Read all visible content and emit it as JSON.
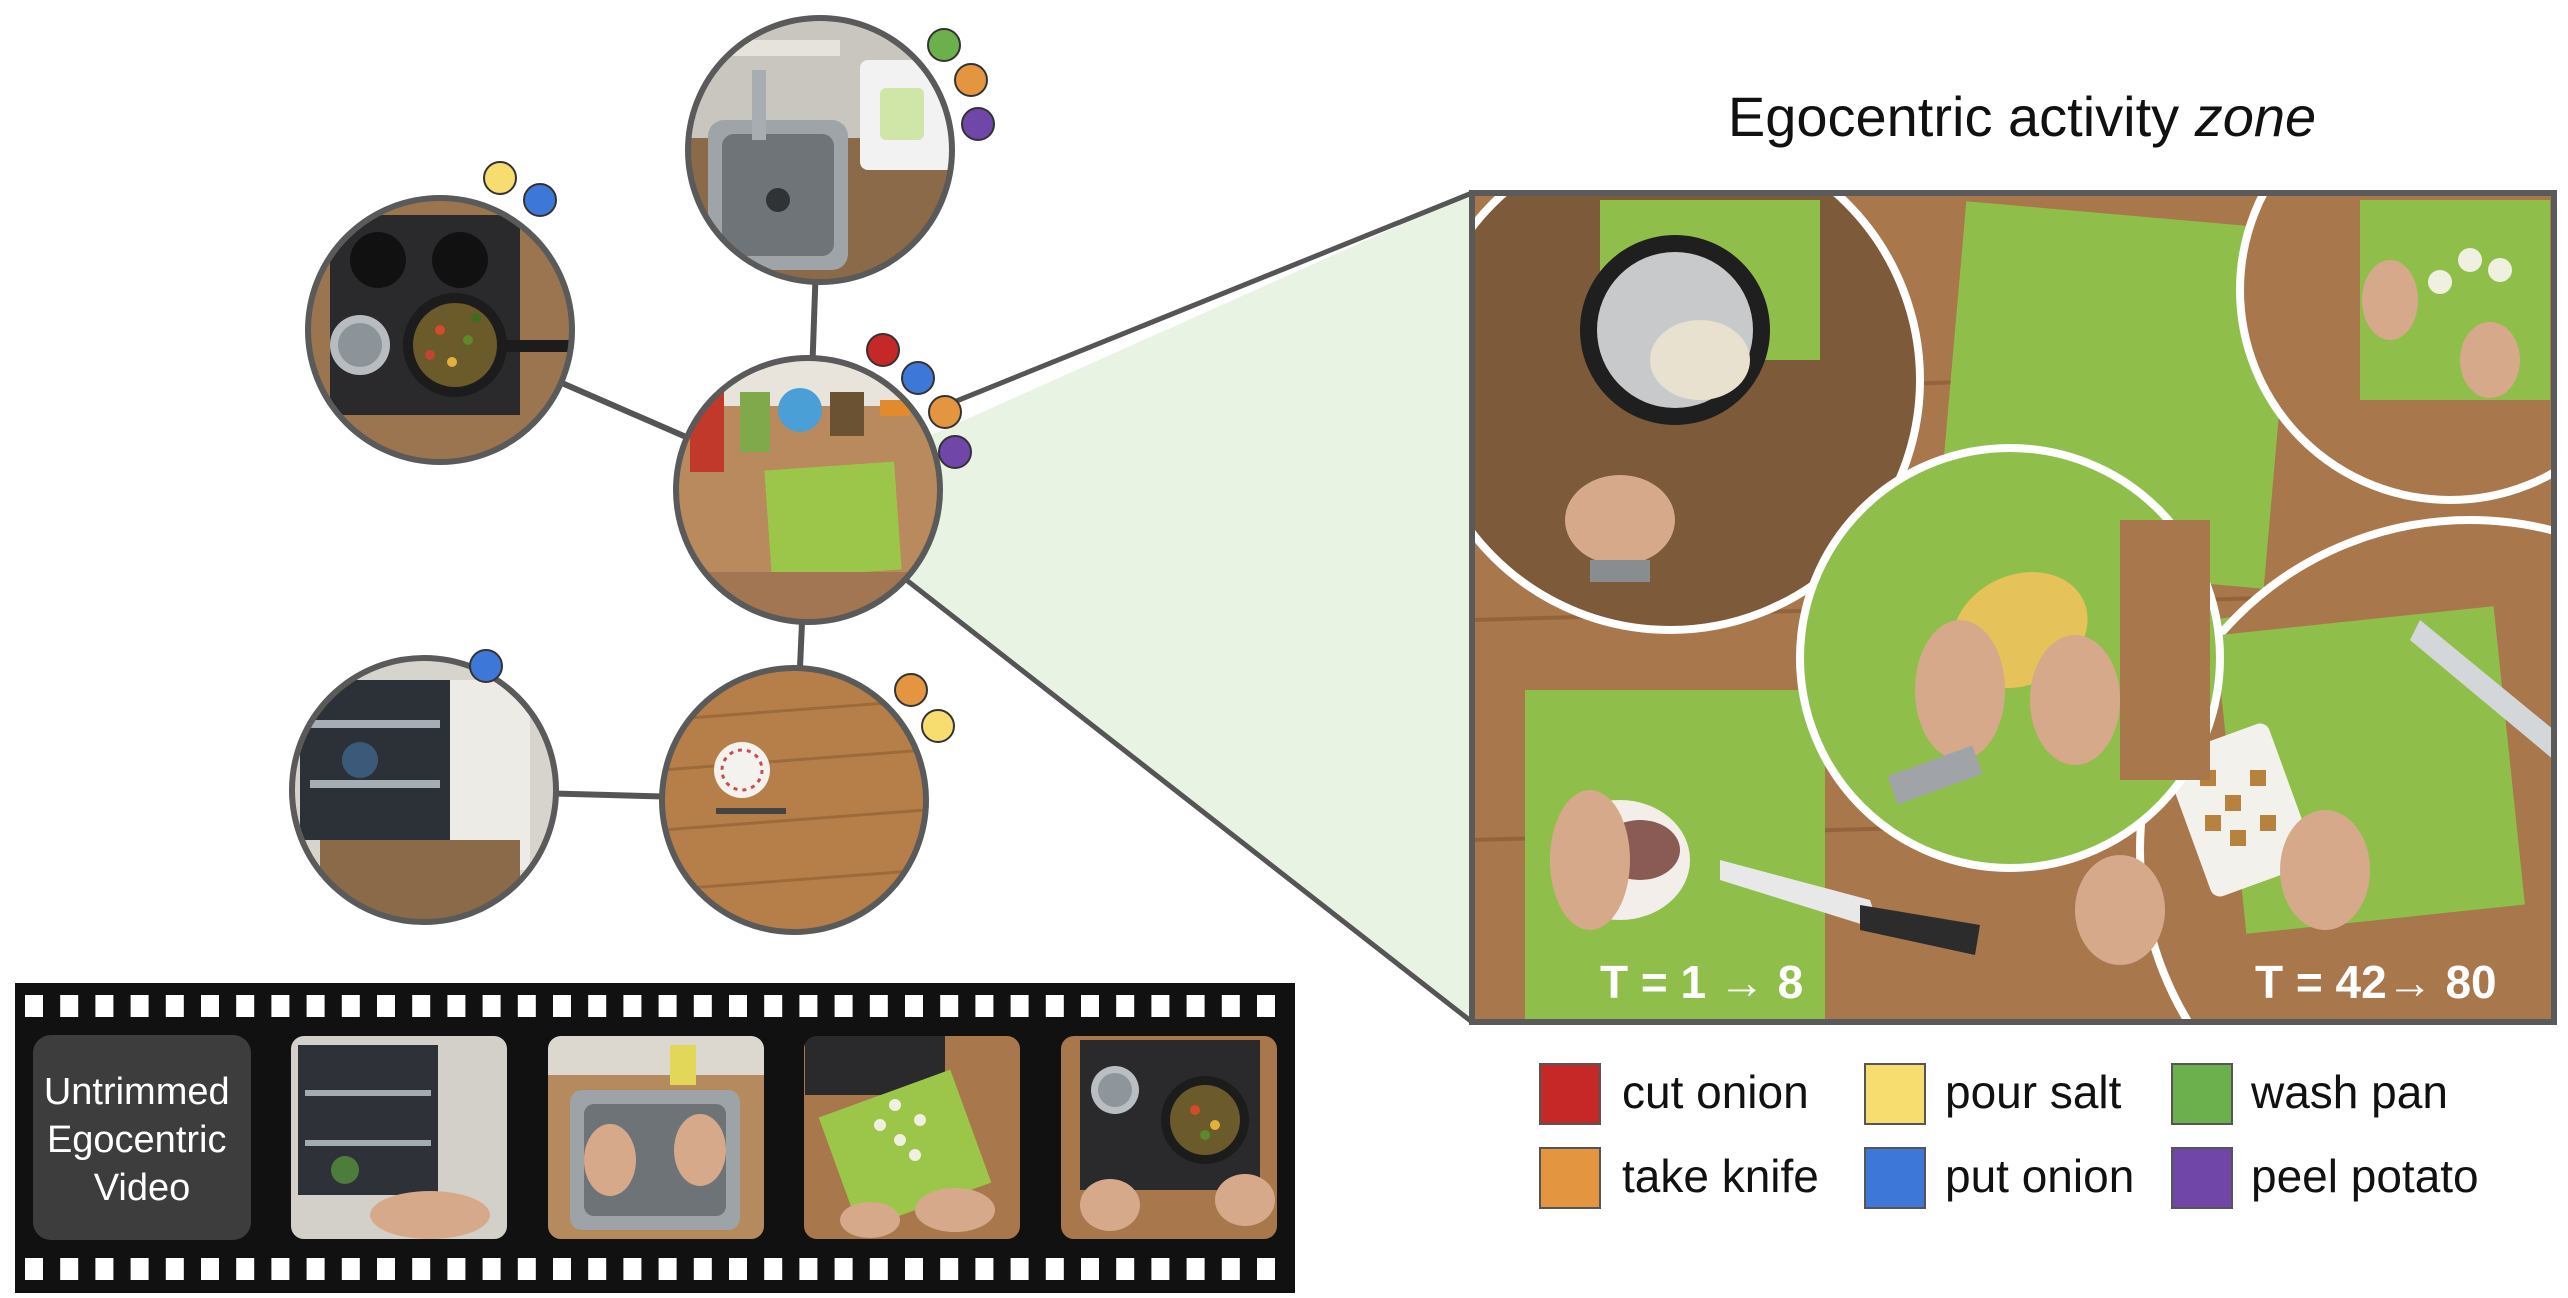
{
  "figure": {
    "title_main": "Egocentric activity ",
    "title_italic": "zone",
    "film_label_lines": [
      "Untrimmed",
      "Egocentric",
      "Video"
    ],
    "time_left": "T = 1 → 8",
    "time_right": "T = 42→ 80"
  },
  "legend": [
    {
      "label": "cut onion",
      "color": "#c62828"
    },
    {
      "label": "pour salt",
      "color": "#f7dc6f"
    },
    {
      "label": "wash pan",
      "color": "#6bb04d"
    },
    {
      "label": "take knife",
      "color": "#e3953f"
    },
    {
      "label": "put onion",
      "color": "#3d78d8"
    },
    {
      "label": "peel potato",
      "color": "#7046a8"
    }
  ],
  "zones": [
    {
      "id": "sink",
      "scene": "sink",
      "actions": [
        "wash pan",
        "take knife",
        "peel potato"
      ]
    },
    {
      "id": "stove",
      "scene": "stove",
      "actions": [
        "pour salt",
        "put onion"
      ]
    },
    {
      "id": "counter",
      "scene": "counter",
      "actions": [
        "cut onion",
        "put onion",
        "take knife",
        "peel potato"
      ]
    },
    {
      "id": "fridge",
      "scene": "fridge",
      "actions": [
        "put onion"
      ]
    },
    {
      "id": "table",
      "scene": "table",
      "actions": [
        "take knife",
        "pour salt"
      ]
    }
  ],
  "graph_edges": [
    [
      "sink",
      "counter"
    ],
    [
      "stove",
      "counter"
    ],
    [
      "counter",
      "table"
    ],
    [
      "fridge",
      "table"
    ]
  ],
  "film_frames": [
    "fridge",
    "sink",
    "cutting",
    "stove"
  ]
}
